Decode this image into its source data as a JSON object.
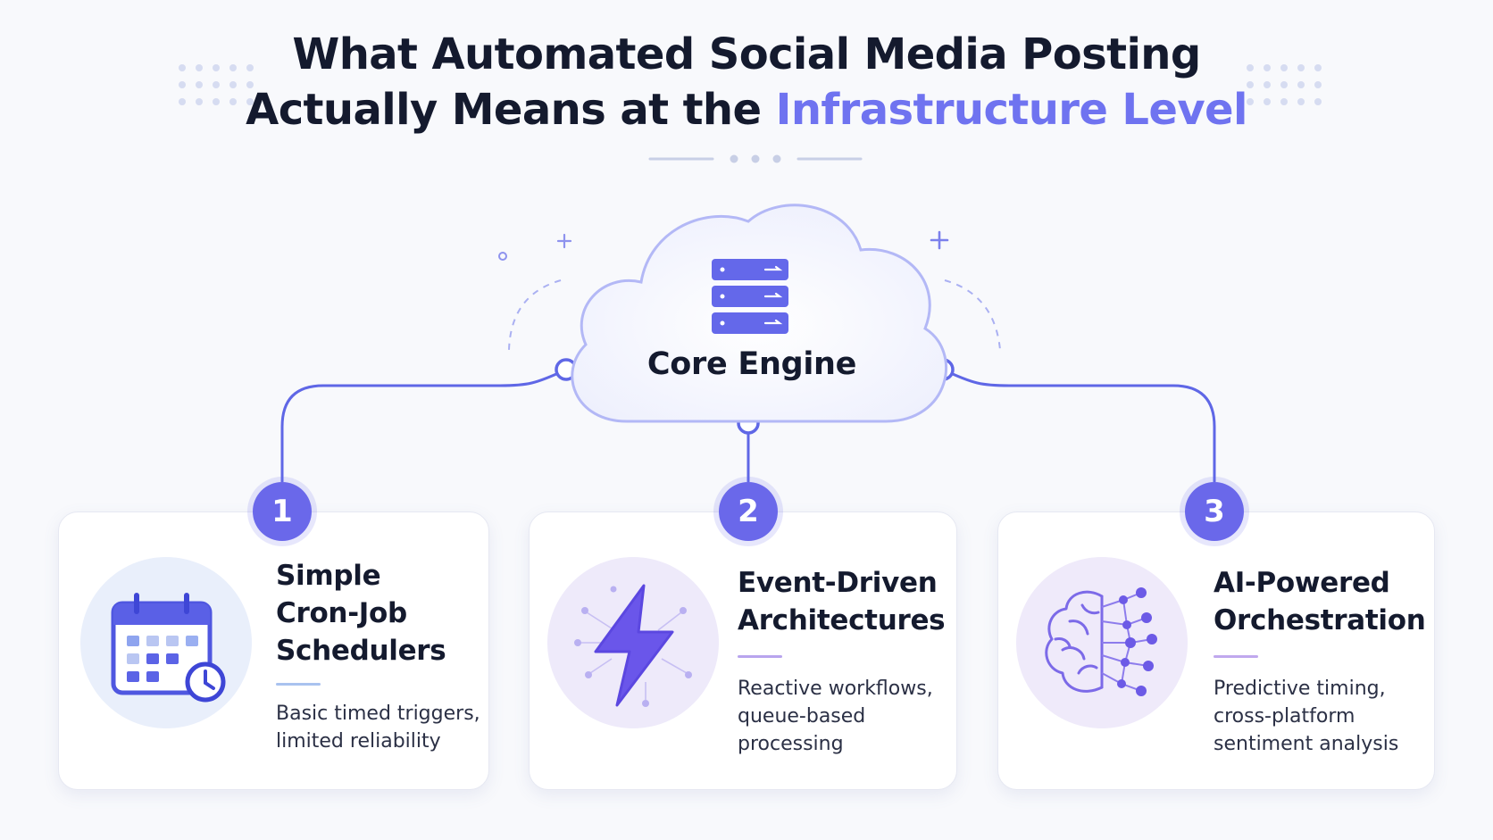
{
  "title": {
    "line1": "What Automated Social Media Posting",
    "line2_prefix": "Actually Means at the ",
    "line2_accent": "Infrastructure Level"
  },
  "core": {
    "label": "Core Engine",
    "icon": "server-stack-icon"
  },
  "colors": {
    "accent": "#6f73f0",
    "badge": "#6a68ea",
    "connector": "#5f67e6",
    "title_text": "#141a2e",
    "background": "#f8f9fc"
  },
  "cards": [
    {
      "number": "1",
      "title": "Simple\nCron-Job\nSchedulers",
      "description": "Basic timed triggers,\nlimited reliability",
      "icon": "calendar-clock-icon",
      "icon_bg": "#e9effb",
      "rule_color": "#a9c2ef"
    },
    {
      "number": "2",
      "title": "Event-Driven\nArchitectures",
      "description": "Reactive workflows,\nqueue-based\nprocessing",
      "icon": "lightning-bolt-icon",
      "icon_bg": "#eeeafa",
      "rule_color": "#b8a4ee"
    },
    {
      "number": "3",
      "title": "AI-Powered\nOrchestration",
      "description": "Predictive timing,\ncross-platform\nsentiment analysis",
      "icon": "brain-network-icon",
      "icon_bg": "#efeafa",
      "rule_color": "#c0a8ee"
    }
  ]
}
